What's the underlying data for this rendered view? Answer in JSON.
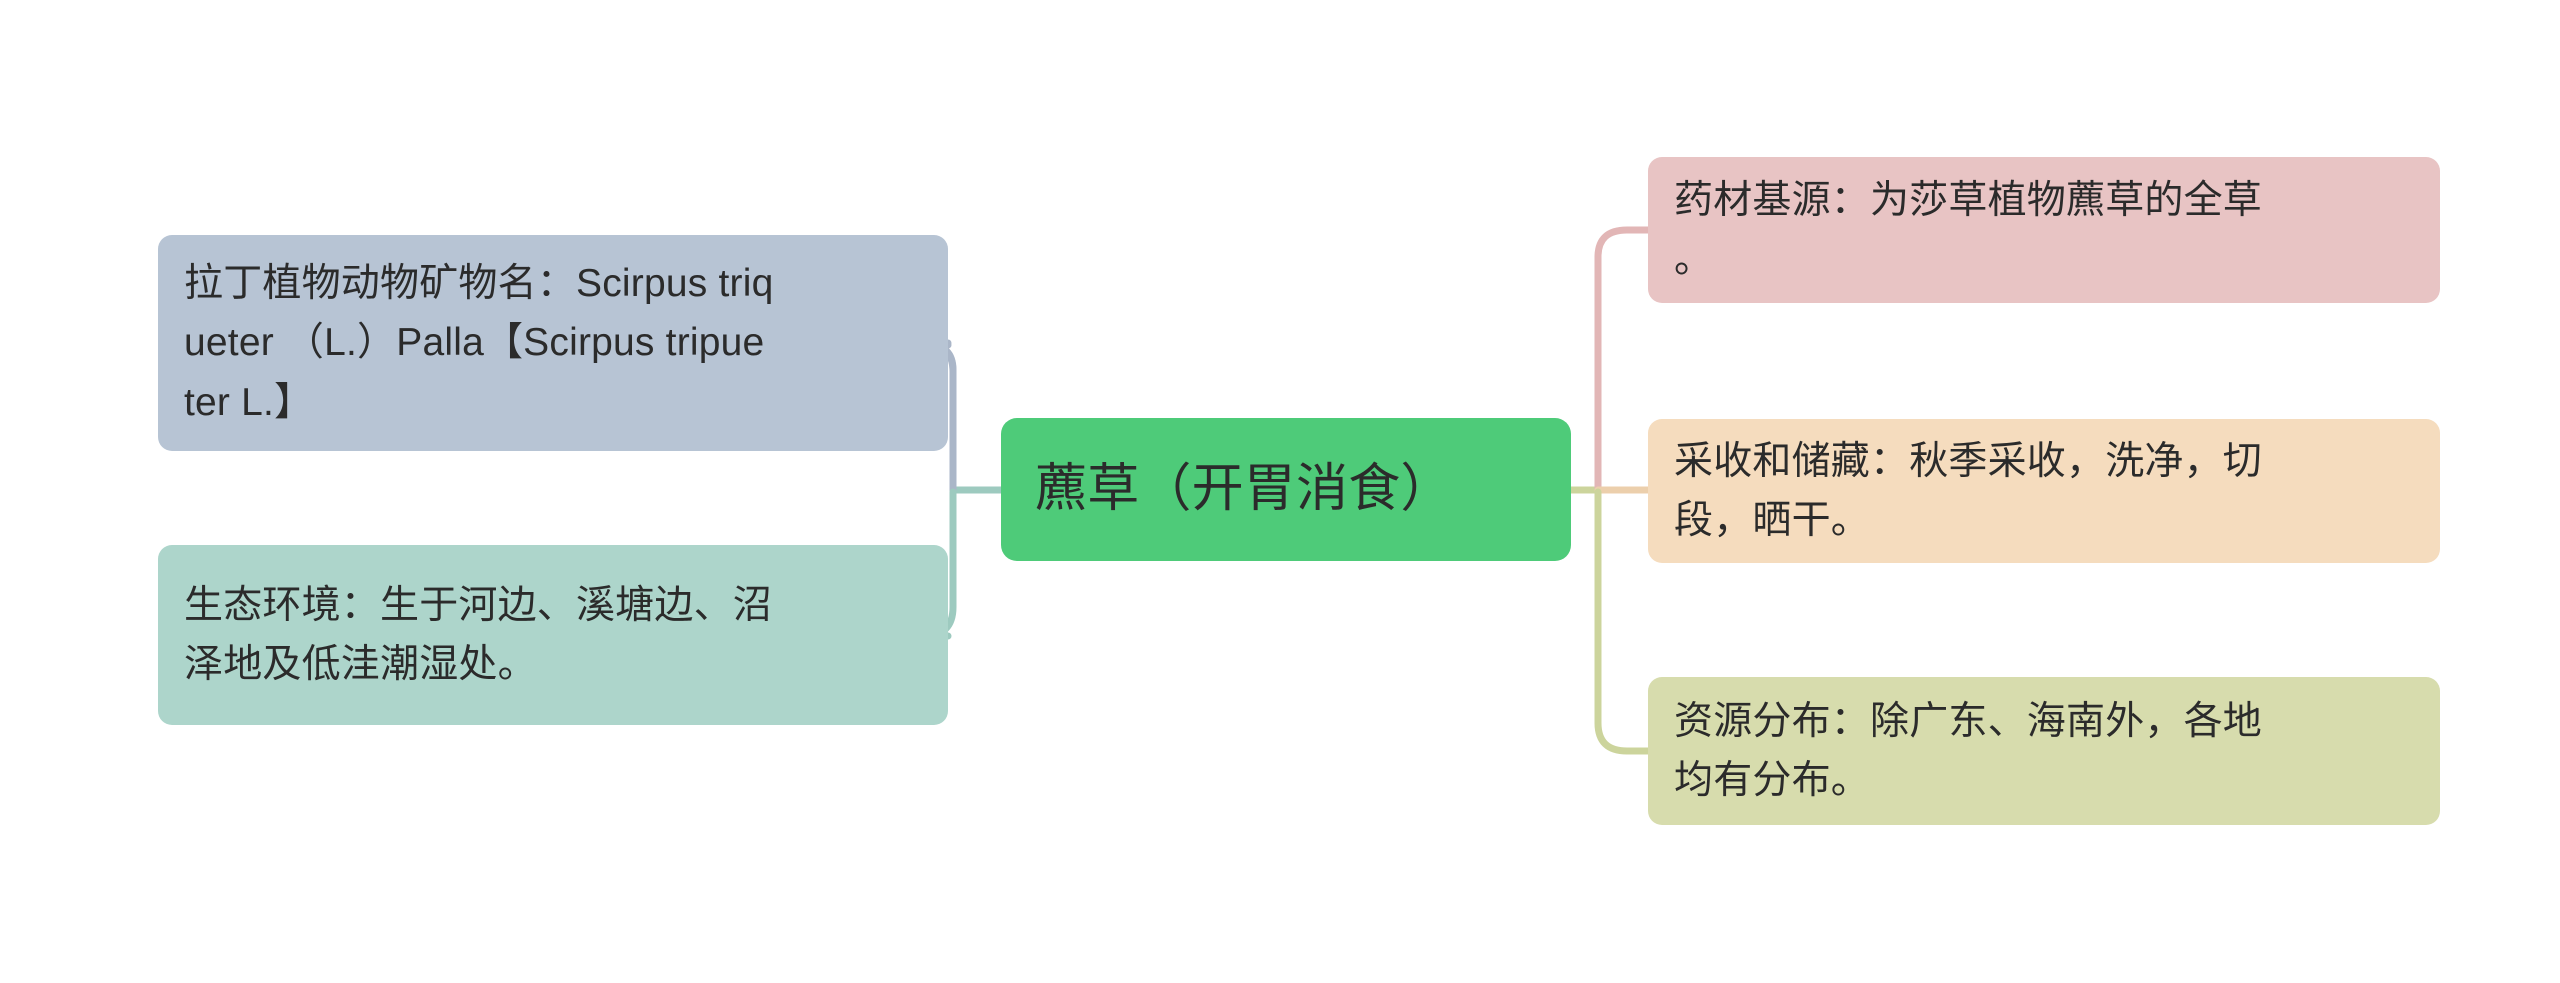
{
  "diagram": {
    "type": "mind-map",
    "background_color": "#ffffff",
    "central_topic": {
      "label": "藨草（开胃消食）",
      "fill_color": "#4ECB79",
      "text_color": "#2b2b2b"
    },
    "branches": {
      "left": [
        {
          "id": "latin-name",
          "label": "拉丁植物动物矿物名：Scirpus triq\nueter （L.）Palla【Scirpus tripue\nter L.】",
          "fill_color": "#B7C4D4",
          "connector_color": "#aab6c8",
          "text_color": "#2b2b2b"
        },
        {
          "id": "ecological-environment",
          "label": "生态环境：生于河边、溪塘边、沼\n泽地及低洼潮湿处。",
          "fill_color": "#ADD5CB",
          "connector_color": "#9dcabf",
          "text_color": "#2b2b2b"
        }
      ],
      "right": [
        {
          "id": "medicinal-source",
          "label": "药材基源：为莎草植物藨草的全草\n。",
          "fill_color": "#E8C4C4",
          "connector_color": "#e2b6b6",
          "text_color": "#2b2b2b"
        },
        {
          "id": "harvest-and-storage",
          "label": "采收和储藏：秋季采收，洗净，切\n段，晒干。",
          "fill_color": "#F5DCBE",
          "connector_color": "#eccfac",
          "text_color": "#2b2b2b"
        },
        {
          "id": "resource-distribution",
          "label": "资源分布：除广东、海南外，各地\n均有分布。",
          "fill_color": "#D7DCAD",
          "connector_color": "#ccd49c",
          "text_color": "#2b2b2b"
        }
      ]
    }
  }
}
